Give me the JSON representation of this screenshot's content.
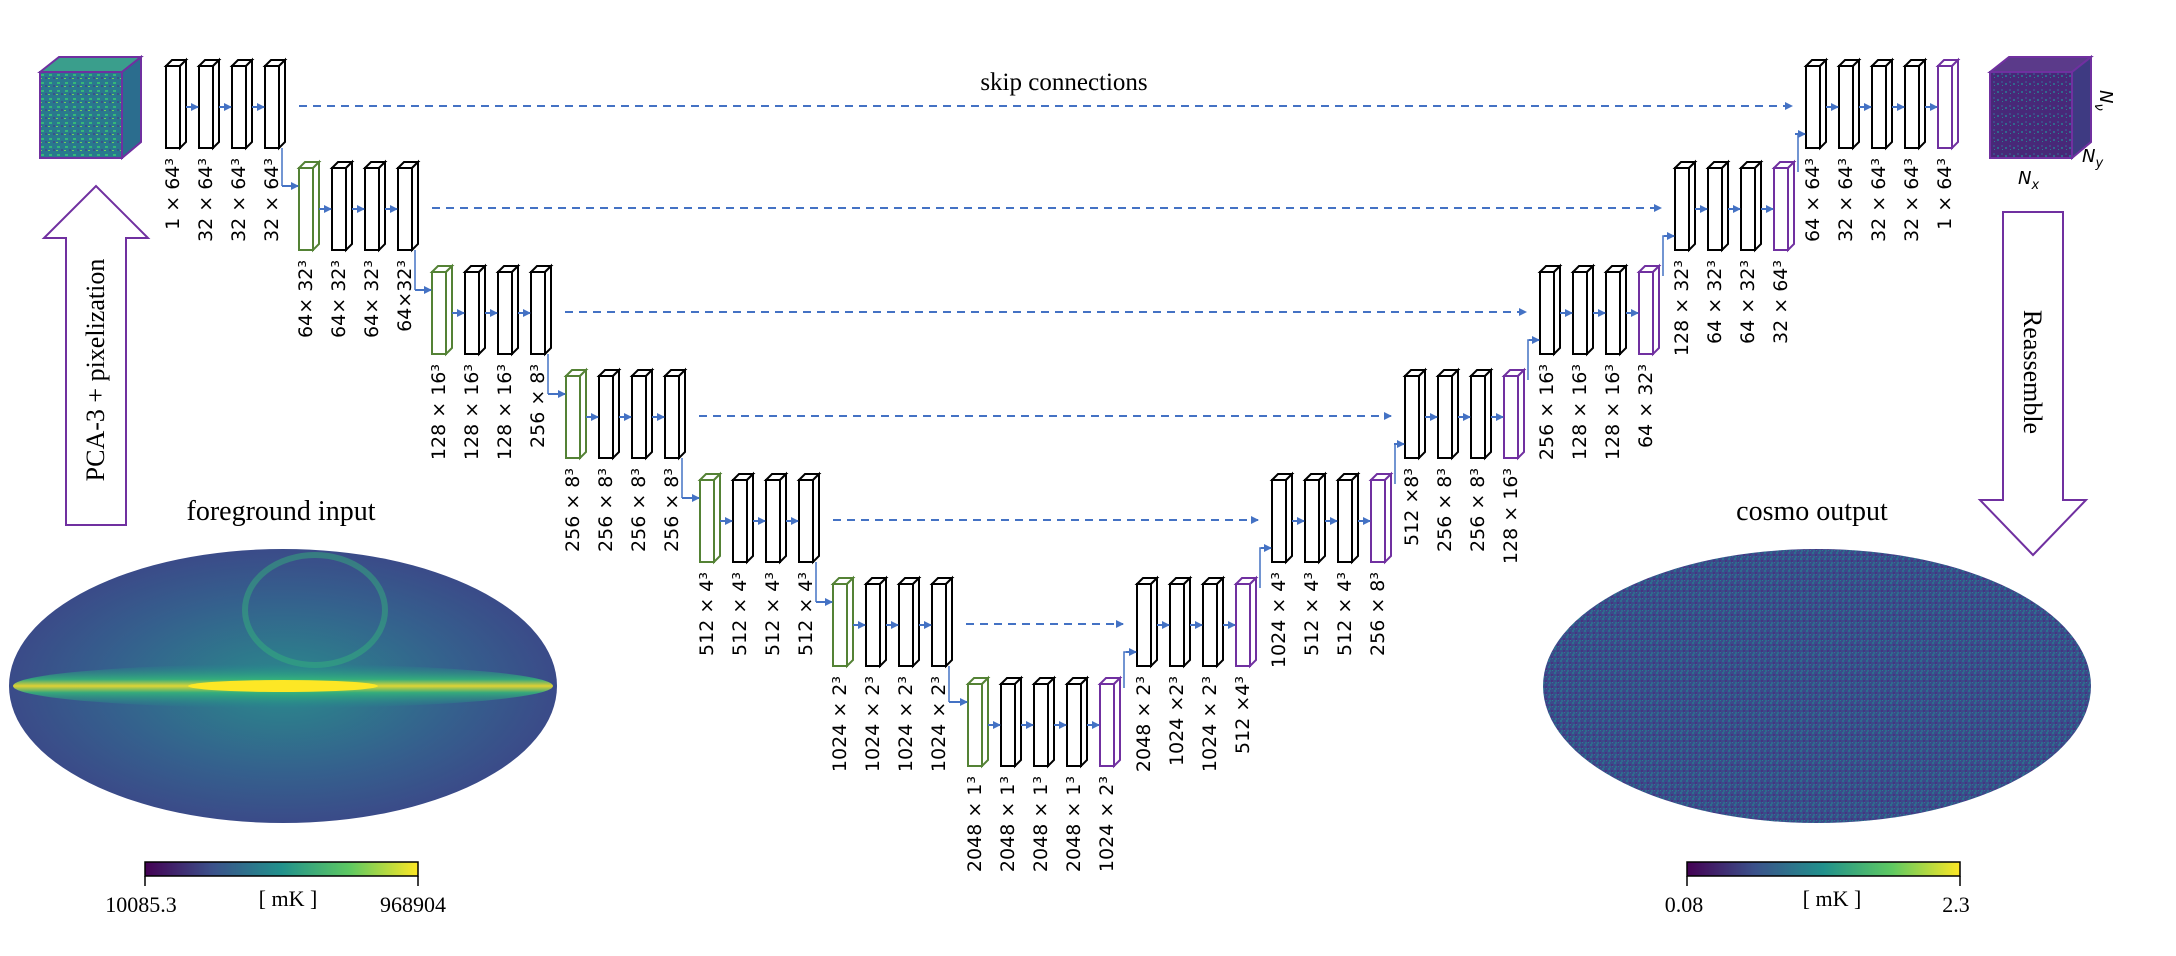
{
  "labels": {
    "skip": "skip connections",
    "pca": "PCA-3 + pixelization",
    "reassemble": "Reassemble",
    "fg_title": "foreground input",
    "cosmo_title": "cosmo output",
    "fg_min": "10085.3",
    "fg_max": "968904",
    "fg_unit": "[ mK ]",
    "cosmo_min": "0.08",
    "cosmo_max": "2.3",
    "cosmo_unit": "[ mK ]",
    "axis_nx": "N",
    "axis_nx_sub": "x",
    "axis_ny": "N",
    "axis_ny_sub": "y",
    "axis_nv": "N",
    "axis_nv_sub": "ν"
  },
  "colors": {
    "arrow": "#4472c4",
    "down_block": "#548235",
    "up_block": "#7030a0",
    "plain_block": "#000000"
  },
  "encoder": [
    {
      "blocks": [
        {
          "kind": "plain",
          "label": "1 × 64³"
        },
        {
          "kind": "plain",
          "label": "32 × 64³"
        },
        {
          "kind": "plain",
          "label": "32 × 64³"
        },
        {
          "kind": "plain",
          "label": "32 × 64³"
        }
      ]
    },
    {
      "blocks": [
        {
          "kind": "down",
          "label": "64× 32³"
        },
        {
          "kind": "plain",
          "label": "64× 32³"
        },
        {
          "kind": "plain",
          "label": "64× 32³"
        },
        {
          "kind": "plain",
          "label": "64×32³"
        }
      ]
    },
    {
      "blocks": [
        {
          "kind": "down",
          "label": "128 × 16³"
        },
        {
          "kind": "plain",
          "label": "128 × 16³"
        },
        {
          "kind": "plain",
          "label": "128 × 16³"
        },
        {
          "kind": "plain",
          "label": "256 × 8³"
        }
      ]
    },
    {
      "blocks": [
        {
          "kind": "down",
          "label": "256 × 8³"
        },
        {
          "kind": "plain",
          "label": "256 × 8³"
        },
        {
          "kind": "plain",
          "label": "256 × 8³"
        },
        {
          "kind": "plain",
          "label": "256 × 8³"
        }
      ]
    },
    {
      "blocks": [
        {
          "kind": "down",
          "label": "512 × 4³"
        },
        {
          "kind": "plain",
          "label": "512 × 4³"
        },
        {
          "kind": "plain",
          "label": "512 × 4³"
        },
        {
          "kind": "plain",
          "label": "512 × 4³"
        }
      ]
    },
    {
      "blocks": [
        {
          "kind": "down",
          "label": "1024 × 2³"
        },
        {
          "kind": "plain",
          "label": "1024 × 2³"
        },
        {
          "kind": "plain",
          "label": "1024 × 2³"
        },
        {
          "kind": "plain",
          "label": "1024 × 2³"
        }
      ]
    }
  ],
  "bottleneck": {
    "blocks": [
      {
        "kind": "down",
        "label": "2048 × 1³"
      },
      {
        "kind": "plain",
        "label": "2048 × 1³"
      },
      {
        "kind": "plain",
        "label": "2048 × 1³"
      },
      {
        "kind": "plain",
        "label": "2048 × 1³"
      },
      {
        "kind": "up",
        "label": "1024 × 2³"
      }
    ]
  },
  "decoder": [
    {
      "blocks": [
        {
          "kind": "plain",
          "label": "2048 × 2³"
        },
        {
          "kind": "plain",
          "label": "1024 ×2³"
        },
        {
          "kind": "plain",
          "label": "1024 × 2³"
        },
        {
          "kind": "up",
          "label": "512 ×4³"
        }
      ]
    },
    {
      "blocks": [
        {
          "kind": "plain",
          "label": "1024 × 4³"
        },
        {
          "kind": "plain",
          "label": "512 × 4³"
        },
        {
          "kind": "plain",
          "label": "512 × 4³"
        },
        {
          "kind": "up",
          "label": "256 × 8³"
        }
      ]
    },
    {
      "blocks": [
        {
          "kind": "plain",
          "label": "512 ×8³"
        },
        {
          "kind": "plain",
          "label": "256 × 8³"
        },
        {
          "kind": "plain",
          "label": "256 × 8³"
        },
        {
          "kind": "up",
          "label": "128 × 16³"
        }
      ]
    },
    {
      "blocks": [
        {
          "kind": "plain",
          "label": "256 × 16³"
        },
        {
          "kind": "plain",
          "label": "128 × 16³"
        },
        {
          "kind": "plain",
          "label": "128 × 16³"
        },
        {
          "kind": "up",
          "label": "64 × 32³"
        }
      ]
    },
    {
      "blocks": [
        {
          "kind": "plain",
          "label": "128 × 32³"
        },
        {
          "kind": "plain",
          "label": "64 × 32³"
        },
        {
          "kind": "plain",
          "label": "64 × 32³"
        },
        {
          "kind": "up",
          "label": "32 × 64³"
        }
      ]
    },
    {
      "blocks": [
        {
          "kind": "plain",
          "label": "64 × 64³"
        },
        {
          "kind": "plain",
          "label": "32 × 64³"
        },
        {
          "kind": "plain",
          "label": "32 × 64³"
        },
        {
          "kind": "plain",
          "label": "32 × 64³"
        },
        {
          "kind": "up",
          "label": "1 × 64³"
        }
      ]
    }
  ]
}
